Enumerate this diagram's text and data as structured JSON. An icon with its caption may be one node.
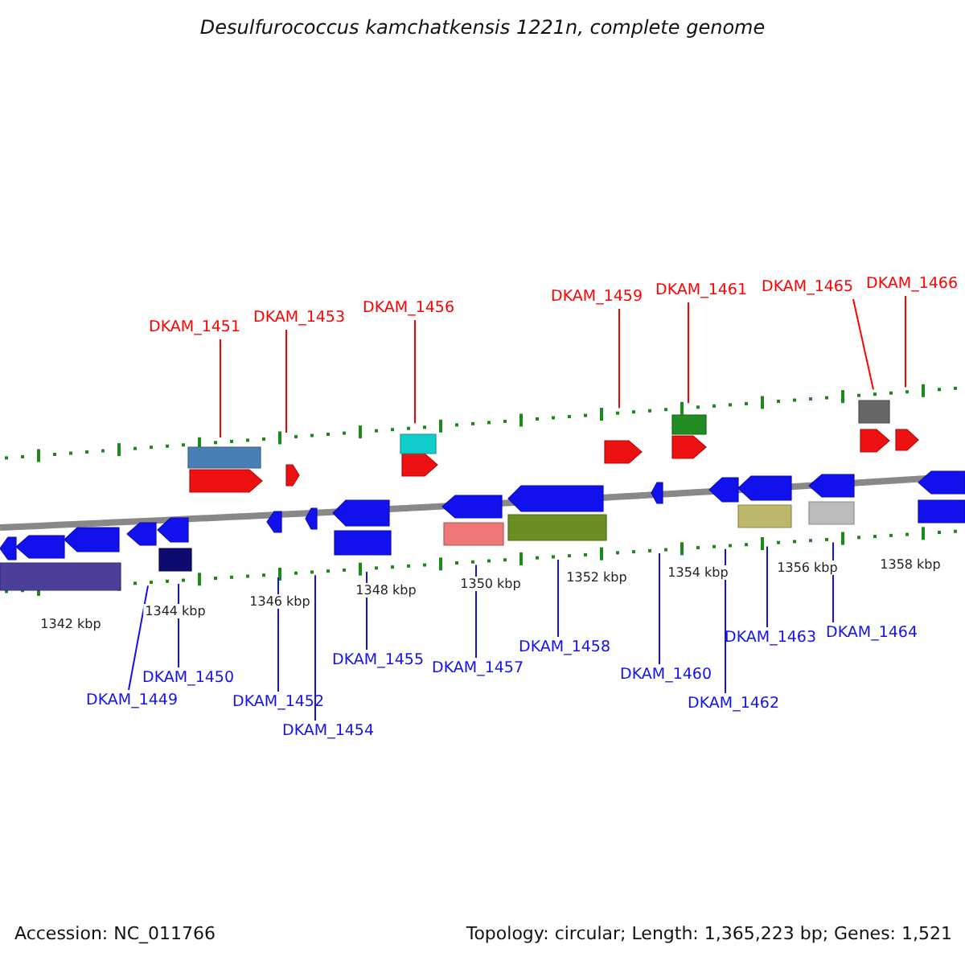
{
  "diagram": {
    "title": "Desulfurococcus kamchatkensis 1221n, complete genome",
    "nodes": [
      {
        "text": [
          "DKAM_1451"
        ]
      },
      {
        "text": [
          "DKAM_1453"
        ]
      },
      {
        "text": [
          "DKAM_1456"
        ]
      },
      {
        "text": [
          "DKAM_1459"
        ]
      },
      {
        "text": [
          "DKAM_1461"
        ]
      },
      {
        "text": [
          "DKAM_1465"
        ]
      },
      {
        "text": [
          "DKAM_1466"
        ]
      },
      {
        "text": [
          "DKAM_1449"
        ]
      },
      {
        "text": [
          "DKAM_1450"
        ]
      },
      {
        "text": [
          "DKAM_1452"
        ]
      },
      {
        "text": [
          "DKAM_1454"
        ]
      },
      {
        "text": [
          "DKAM_1455"
        ]
      },
      {
        "text": [
          "DKAM_1457"
        ]
      },
      {
        "text": [
          "DKAM_1458"
        ]
      },
      {
        "text": [
          "DKAM_1460"
        ]
      },
      {
        "text": [
          "DKAM_1462"
        ]
      },
      {
        "text": [
          "DKAM_1463"
        ]
      },
      {
        "text": [
          "DKAM_1464"
        ]
      },
      {
        "text": [],
        "shape": "bar"
      },
      {
        "text": [],
        "shape": "bar"
      }
    ],
    "edges": [
      {
        "from": 0,
        "to": 18,
        "arrow": "none",
        "color": "#ff0000"
      },
      {
        "from": 1,
        "to": 18,
        "arrow": "none",
        "color": "#ff0000"
      },
      {
        "from": 2,
        "to": 18,
        "arrow": "none",
        "color": "#ff0000"
      },
      {
        "from": 3,
        "to": 18,
        "arrow": "none",
        "color": "#ff0000"
      },
      {
        "from": 4,
        "to": 18,
        "arrow": "none",
        "color": "#ff0000"
      },
      {
        "from": 5,
        "to": 18,
        "arrow": "none",
        "color": "#ff0000"
      },
      {
        "from": 6,
        "to": 18,
        "arrow": "none",
        "color": "#ff0000"
      },
      {
        "from": 7,
        "to": 19,
        "arrow": "none"
      },
      {
        "from": 8,
        "to": 19,
        "arrow": "none"
      },
      {
        "from": 9,
        "to": 19,
        "arrow": "none"
      },
      {
        "from": 10,
        "to": 19,
        "arrow": "none"
      },
      {
        "from": 11,
        "to": 19,
        "arrow": "none"
      },
      {
        "from": 12,
        "to": 19,
        "arrow": "none"
      },
      {
        "from": 13,
        "to": 19,
        "arrow": "none"
      },
      {
        "from": 14,
        "to": 19,
        "arrow": "none"
      },
      {
        "from": 15,
        "to": 19,
        "arrow": "none"
      },
      {
        "from": 16,
        "to": 19,
        "arrow": "none"
      },
      {
        "from": 17,
        "to": 19,
        "arrow": "none"
      }
    ],
    "labels": [
      "1342 kbp",
      "1344 kbp",
      "1346 kbp",
      "1348 kbp",
      "1350 kbp",
      "1352 kbp",
      "1354 kbp",
      "1356 kbp",
      "1358 kbp",
      "Accession: NC_011766",
      "Topology: circular; Length: 1,365,223 bp; Genes: 1,521"
    ]
  }
}
